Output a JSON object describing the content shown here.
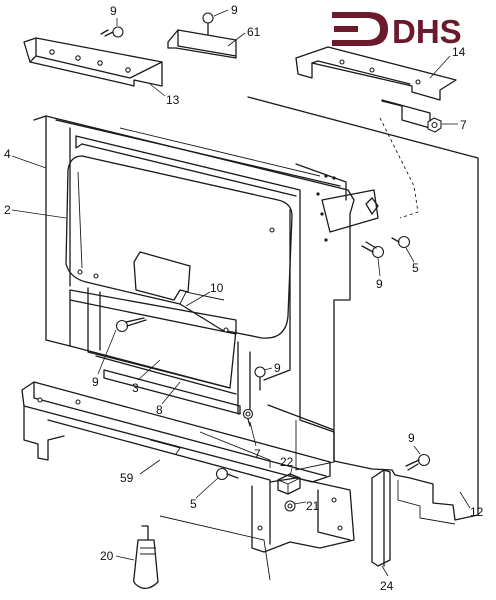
{
  "brand": {
    "name": "DHS",
    "color": "#6b1a2e"
  },
  "callouts": [
    {
      "id": "c9a",
      "text": "9"
    },
    {
      "id": "c9b",
      "text": "9"
    },
    {
      "id": "c61",
      "text": "61"
    },
    {
      "id": "c13",
      "text": "13"
    },
    {
      "id": "c14",
      "text": "14"
    },
    {
      "id": "c7a",
      "text": "7"
    },
    {
      "id": "c4",
      "text": "4"
    },
    {
      "id": "c2",
      "text": "2"
    },
    {
      "id": "c9c",
      "text": "9"
    },
    {
      "id": "c5a",
      "text": "5"
    },
    {
      "id": "c10",
      "text": "10"
    },
    {
      "id": "c9d",
      "text": "9"
    },
    {
      "id": "c3",
      "text": "3"
    },
    {
      "id": "c8",
      "text": "8"
    },
    {
      "id": "c9e",
      "text": "9"
    },
    {
      "id": "c7b",
      "text": "7"
    },
    {
      "id": "c22",
      "text": "22"
    },
    {
      "id": "c9f",
      "text": "9"
    },
    {
      "id": "c59",
      "text": "59"
    },
    {
      "id": "c5b",
      "text": "5"
    },
    {
      "id": "c21",
      "text": "21"
    },
    {
      "id": "c12",
      "text": "12"
    },
    {
      "id": "c20",
      "text": "20"
    },
    {
      "id": "c24",
      "text": "24"
    }
  ]
}
